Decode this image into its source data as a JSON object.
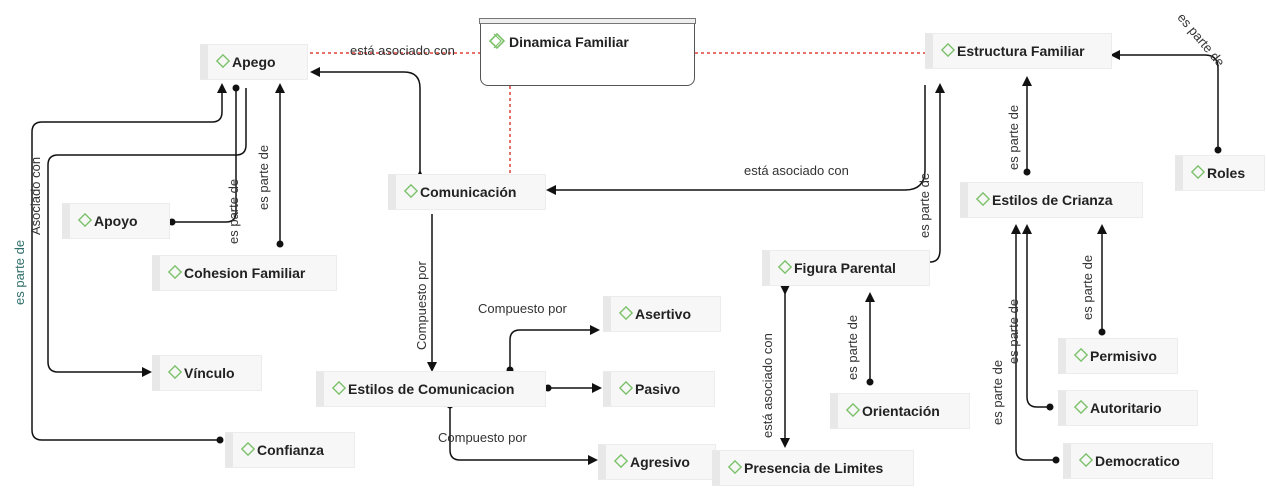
{
  "central": {
    "label": "Dinamica Familiar"
  },
  "nodes": {
    "apego": "Apego",
    "estructura": "Estructura Familiar",
    "roles": "Roles",
    "comunicacion": "Comunicación",
    "estilos_crianza": "Estilos de Crianza",
    "apoyo": "Apoyo",
    "cohesion": "Cohesion Familiar",
    "figura": "Figura Parental",
    "asertivo": "Asertivo",
    "permisivo": "Permisivo",
    "vinculo": "Vínculo",
    "estilos_com": "Estilos de Comunicacion",
    "pasivo": "Pasivo",
    "autoritario": "Autoritario",
    "orientacion": "Orientación",
    "confianza": "Confianza",
    "democratico": "Democratico",
    "agresivo": "Agresivo",
    "presencia": "Presencia de Limites"
  },
  "edges": {
    "esta_asociado_con": "está asociado con",
    "es_parte_de": "es parte de",
    "asociado_con": "Asociado con",
    "compuesto_por": "Compuesto por",
    "compuesto_por_lower": "Compuesto por"
  },
  "colors": {
    "icon_green": "#7cc26a",
    "dotted_red": "#e0403a",
    "edge_teal": "#2f6f6a"
  }
}
